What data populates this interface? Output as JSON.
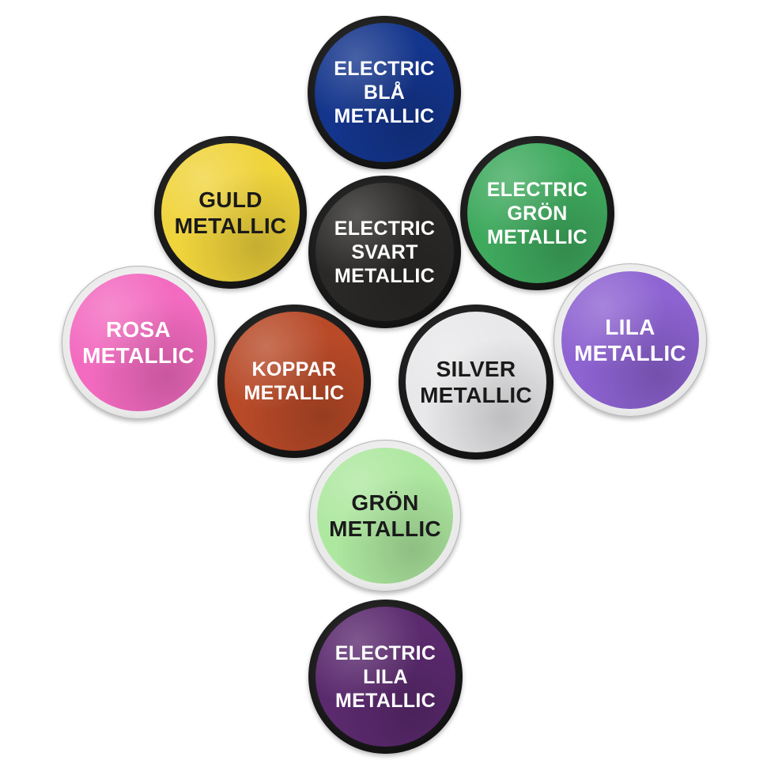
{
  "colors": {
    "electric_bla": "#14358c",
    "guld": "#f0d43c",
    "electric_svart": "#2a2927",
    "electric_gron": "#3faa5e",
    "rosa": "#f36bc0",
    "koppar": "#b84a28",
    "silver": "#e8e8ea",
    "lila": "#8e63d2",
    "gron": "#aee8a0",
    "electric_lila": "#5b2a6e"
  },
  "pots": [
    {
      "id": "electric-bla-metallic",
      "label": "ELECTRIC\nBLÅ\nMETALLIC",
      "paint_color": "#14358c",
      "text_color": "#ffffff",
      "rim": "dark"
    },
    {
      "id": "guld-metallic",
      "label": "GULD\nMETALLIC",
      "paint_color": "#f0d43c",
      "text_color": "#1a1a1a",
      "rim": "dark"
    },
    {
      "id": "electric-svart-metallic",
      "label": "ELECTRIC\nSVART\nMETALLIC",
      "paint_color": "#2a2927",
      "text_color": "#ffffff",
      "rim": "dark"
    },
    {
      "id": "electric-gron-metallic",
      "label": "ELECTRIC\nGRÖN\nMETALLIC",
      "paint_color": "#3faa5e",
      "text_color": "#ffffff",
      "rim": "dark"
    },
    {
      "id": "rosa-metallic",
      "label": "ROSA\nMETALLIC",
      "paint_color": "#f36bc0",
      "text_color": "#ffffff",
      "rim": "clear"
    },
    {
      "id": "koppar-metallic",
      "label": "KOPPAR\nMETALLIC",
      "paint_color": "#b84a28",
      "text_color": "#ffffff",
      "rim": "dark"
    },
    {
      "id": "silver-metallic",
      "label": "SILVER\nMETALLIC",
      "paint_color": "#e8e8ea",
      "text_color": "#1a1a1a",
      "rim": "dark"
    },
    {
      "id": "lila-metallic",
      "label": "LILA\nMETALLIC",
      "paint_color": "#8e63d2",
      "text_color": "#ffffff",
      "rim": "clear"
    },
    {
      "id": "gron-metallic",
      "label": "GRÖN\nMETALLIC",
      "paint_color": "#aee8a0",
      "text_color": "#1a1a1a",
      "rim": "clear"
    },
    {
      "id": "electric-lila-metallic",
      "label": "ELECTRIC\nLILA\nMETALLIC",
      "paint_color": "#5b2a6e",
      "text_color": "#ffffff",
      "rim": "dark"
    }
  ]
}
